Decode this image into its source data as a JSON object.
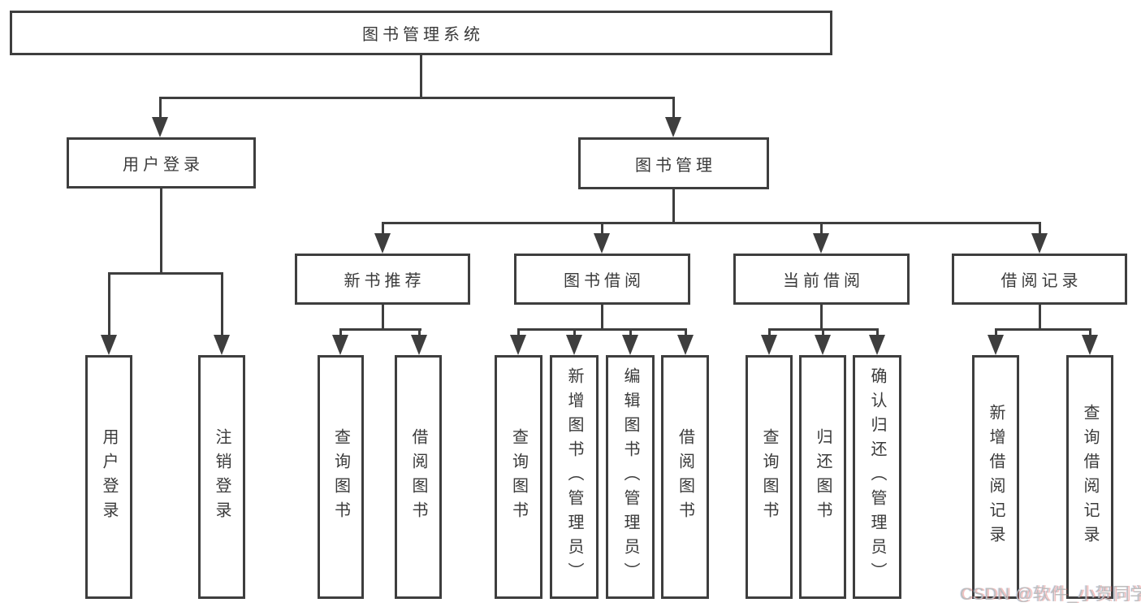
{
  "colors": {
    "line": "#3e3e3e",
    "text": "#3a3a3a",
    "watermark_text": "#bdbdbd"
  },
  "diagram": {
    "type": "tree",
    "root": {
      "label": "图书管理系统"
    },
    "level2": [
      {
        "label": "用户登录",
        "children": [
          {
            "label": "用户登录"
          },
          {
            "label": "注销登录"
          }
        ]
      },
      {
        "label": "图书管理",
        "children": [
          {
            "label": "新书推荐",
            "children": [
              {
                "label": "查询图书"
              },
              {
                "label": "借阅图书"
              }
            ]
          },
          {
            "label": "图书借阅",
            "children": [
              {
                "label": "查询图书"
              },
              {
                "label": "新增图书（管理员）"
              },
              {
                "label": "编辑图书（管理员）"
              },
              {
                "label": "借阅图书"
              }
            ]
          },
          {
            "label": "当前借阅",
            "children": [
              {
                "label": "查询图书"
              },
              {
                "label": "归还图书"
              },
              {
                "label": "确认归还（管理员）"
              }
            ]
          },
          {
            "label": "借阅记录",
            "children": [
              {
                "label": "新增借阅记录"
              },
              {
                "label": "查询借阅记录"
              }
            ]
          }
        ]
      }
    ]
  },
  "watermark": {
    "text": "CSDN @软件_小贺同学"
  }
}
